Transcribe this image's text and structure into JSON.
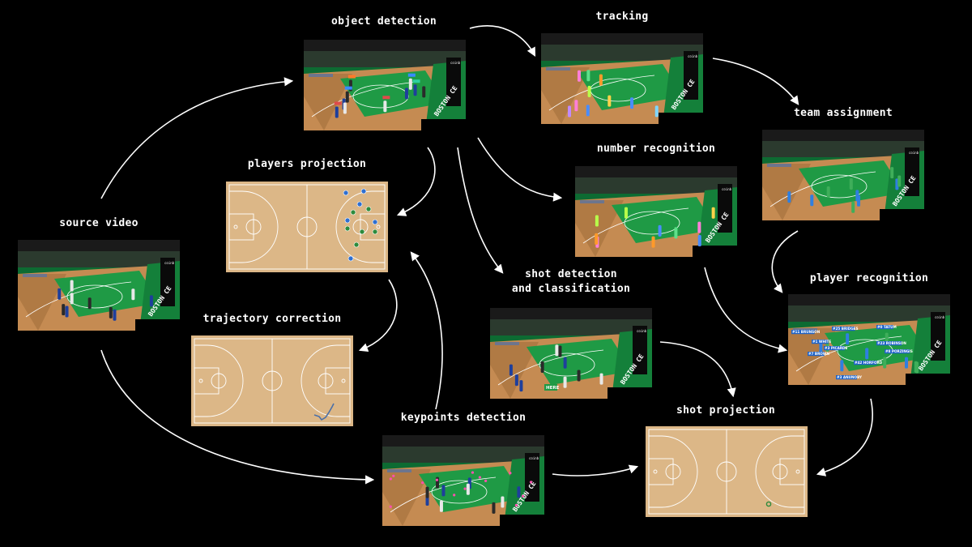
{
  "stages": {
    "source_video": "source video",
    "object_detection": "object detection",
    "tracking": "tracking",
    "team_assignment": "team assignment",
    "number_recognition": "number recognition",
    "players_projection": "players projection",
    "player_recognition": "player recognition",
    "shot_detection_line1": "shot detection",
    "shot_detection_line2": "and classification",
    "trajectory_correction": "trajectory correction",
    "keypoints_detection": "keypoints detection",
    "shot_projection": "shot projection"
  },
  "frame_text": {
    "sponsor": "coinbase",
    "floor_text": "BOSTON CE",
    "shot_tag": "HERE"
  },
  "player_labels": [
    "#11 BRUNSON",
    "#25 BRIDGES",
    "#0 TATUM",
    "#1 WHITE",
    "#3 PICARDE",
    "#23 ROBINSON",
    "#7 BROWN",
    "#42 HORFORD",
    "#8 PORZINGIS",
    "#3 ANUNOBY"
  ],
  "colors": {
    "background": "#000000",
    "court_wood": "#dcb787",
    "court_line": "#ffffff",
    "paint_green": "#1f9a45",
    "team_blue": "#2f6fd0",
    "team_green": "#2e8b3c",
    "arrow": "#ffffff"
  }
}
